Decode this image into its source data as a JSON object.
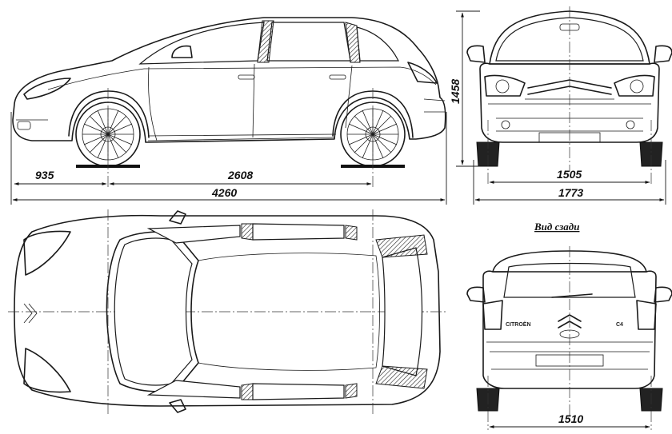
{
  "dimensions": {
    "front_overhang": "935",
    "wheelbase": "2608",
    "overall_length": "4260",
    "height": "1458",
    "front_track": "1505",
    "overall_width": "1773",
    "rear_track": "1510"
  },
  "labels": {
    "rear_view_caption": "Вид сзади"
  },
  "badges": {
    "brand": "CITROËN",
    "model": "C4"
  }
}
